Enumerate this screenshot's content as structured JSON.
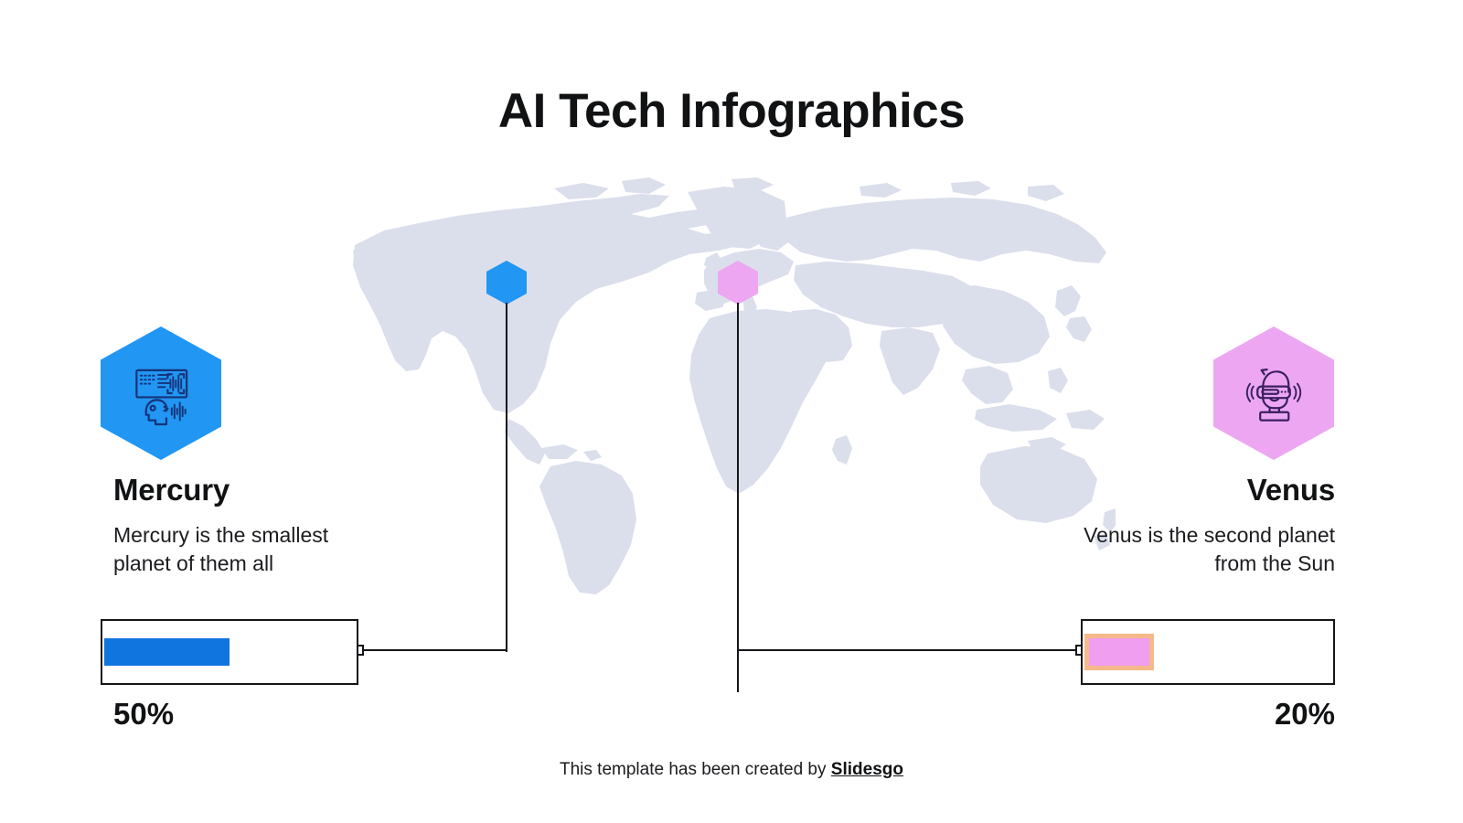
{
  "slide": {
    "title": "AI Tech Infographics",
    "background_color": "#ffffff"
  },
  "map": {
    "name": "world-map",
    "fill_color": "#dbdfec",
    "markers": [
      {
        "id": "mercury",
        "label": "Mercury marker",
        "region": "North America",
        "color": "#2196f3"
      },
      {
        "id": "venus",
        "label": "Venus marker",
        "region": "Europe / Turkey",
        "color": "#eda7f2"
      }
    ]
  },
  "items": [
    {
      "id": "mercury",
      "icon_name": "voice-recognition-icon",
      "hex_color": "#2196f3",
      "icon_stroke": "#16347a",
      "heading": "Mercury",
      "body": "Mercury is the smallest planet of them all",
      "percent_label": "50%",
      "percent_value": 50,
      "bar_fill_color": "#1175e0",
      "bar_border_color": "#16161a",
      "align": "left"
    },
    {
      "id": "venus",
      "icon_name": "vr-headset-icon",
      "hex_color": "#eda7f2",
      "icon_stroke": "#3b1f63",
      "heading": "Venus",
      "body": "Venus is the second planet from the Sun",
      "percent_label": "20%",
      "percent_value": 20,
      "bar_fill_color": "#ef9ef0",
      "bar_accent_color": "#f5b98a",
      "bar_border_color": "#16161a",
      "align": "right"
    }
  ],
  "footer": {
    "text": "This template has been created by ",
    "brand": "Slidesgo"
  }
}
